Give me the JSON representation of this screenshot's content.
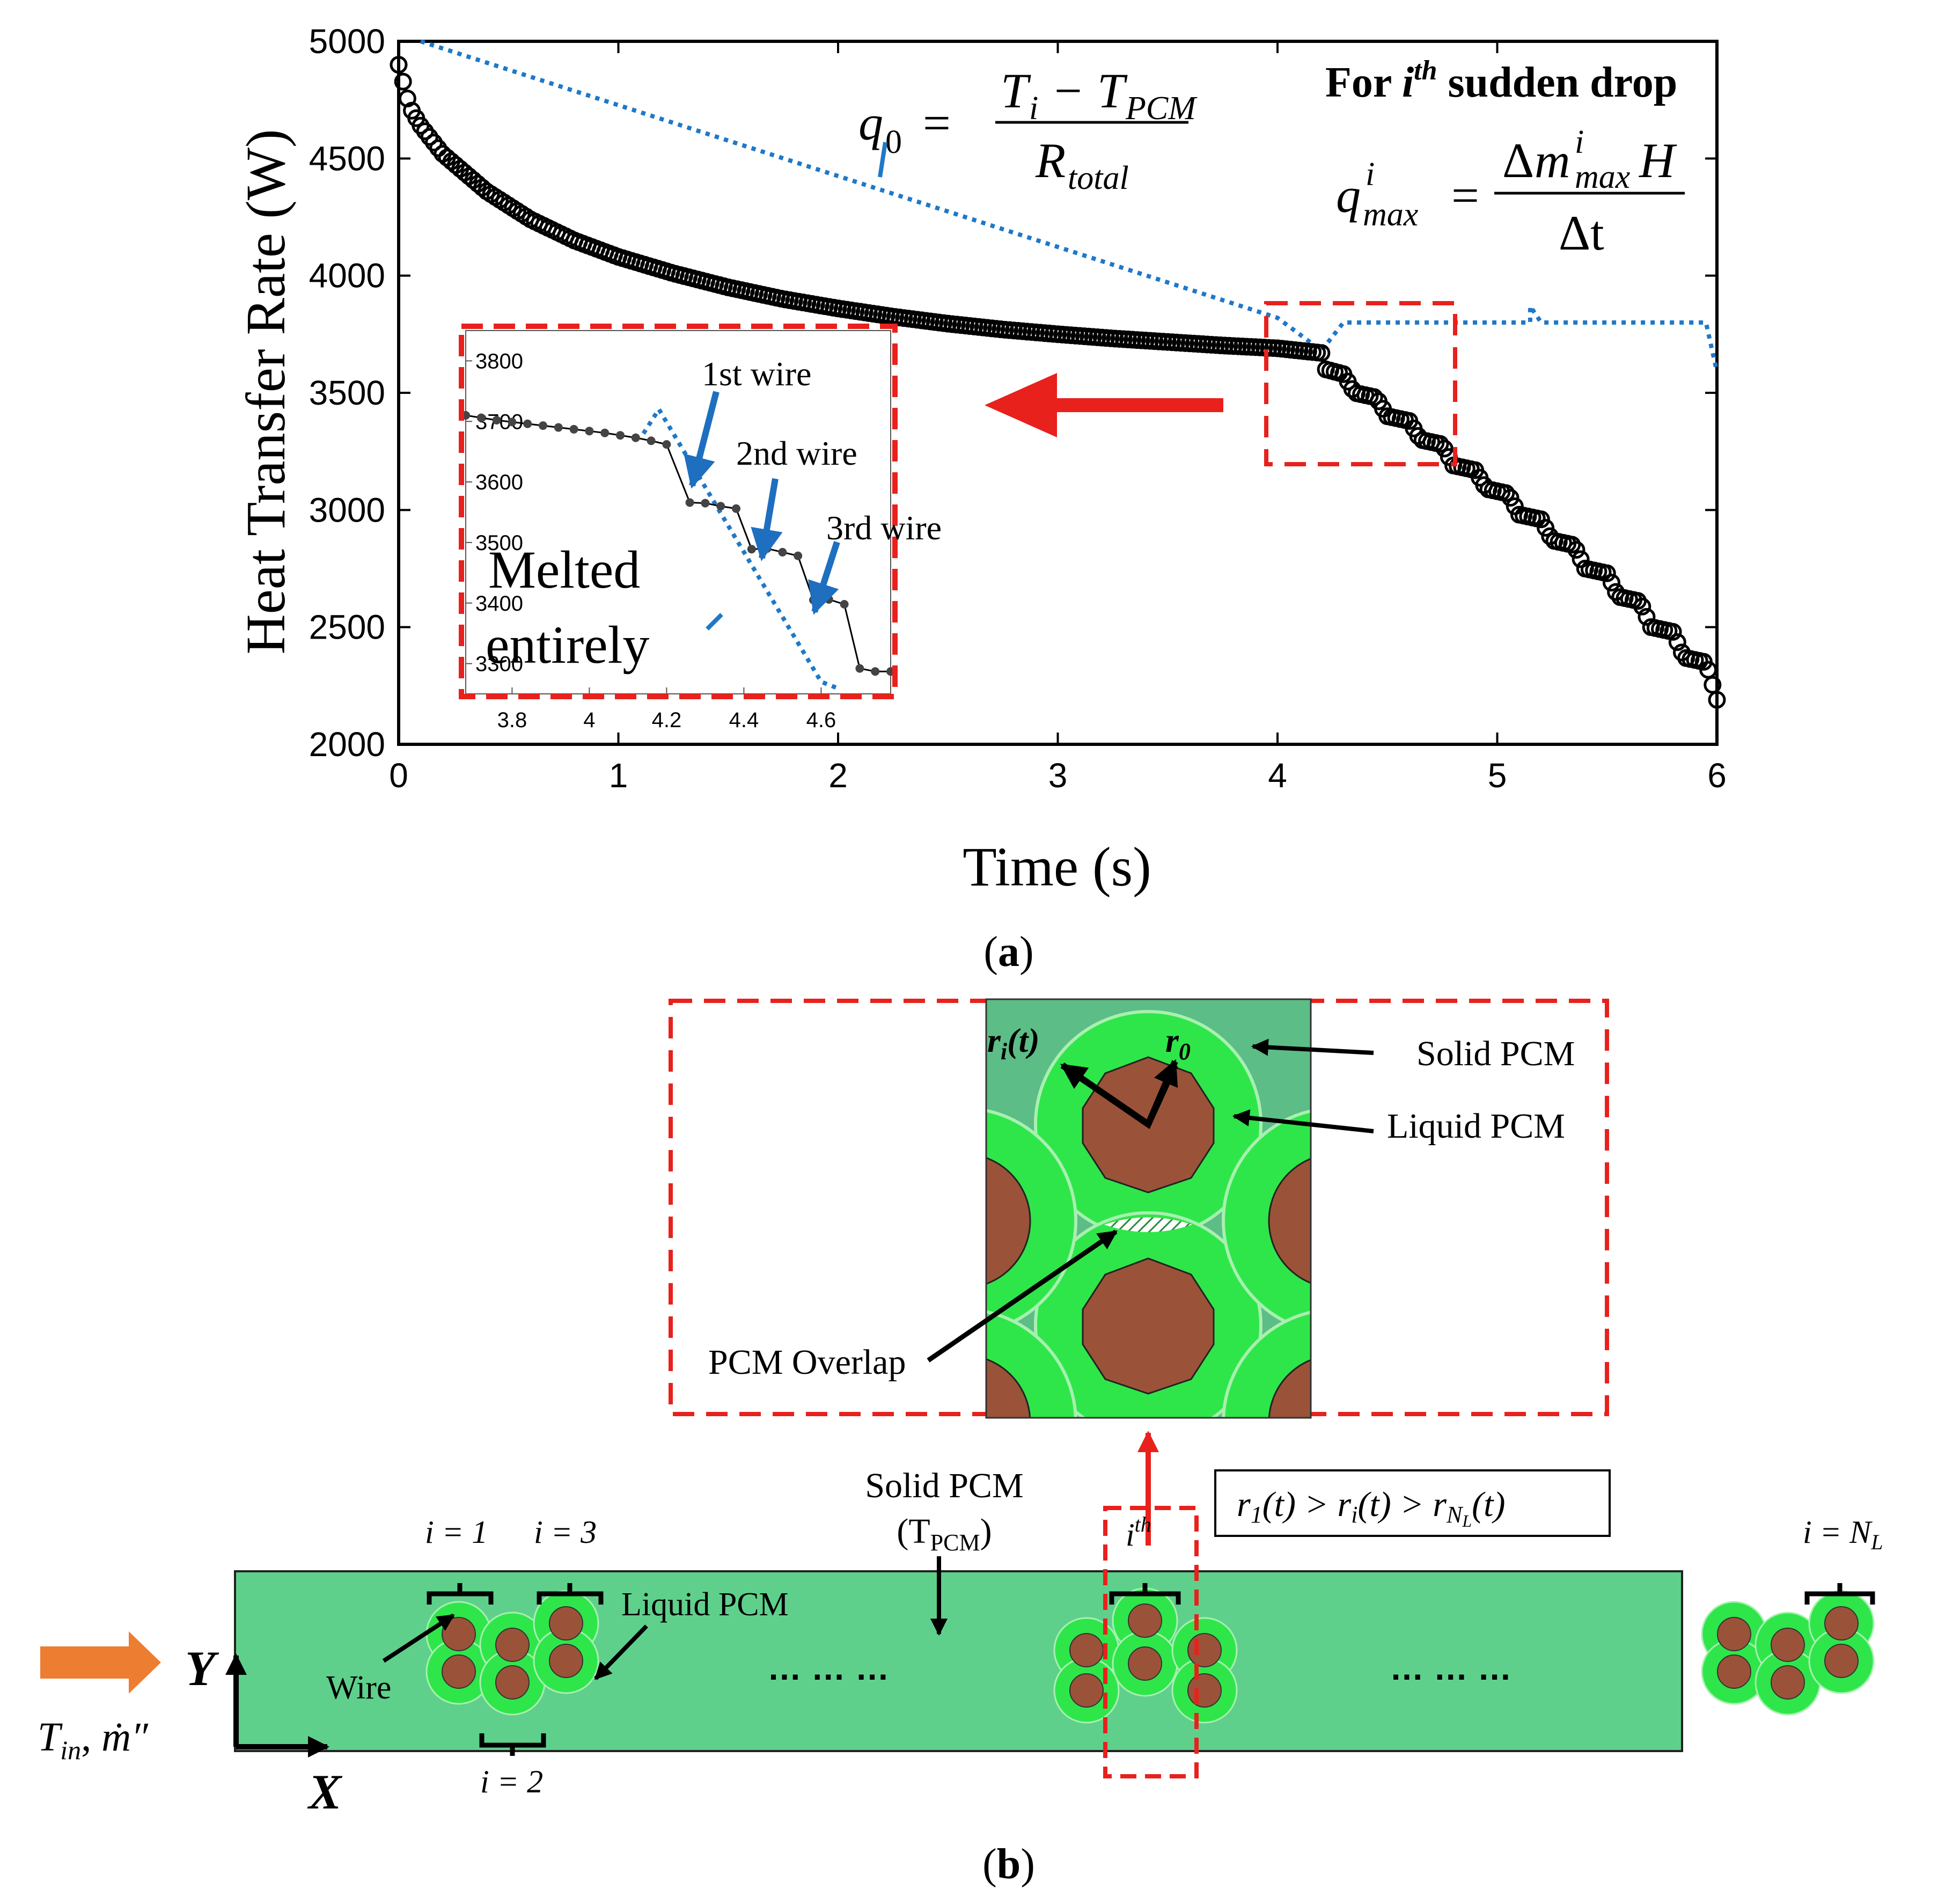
{
  "chart_data": [
    {
      "type": "scatter",
      "panel": "(a)",
      "xlabel": "Time (s)",
      "ylabel": "Heat Transfer Rate (W)",
      "xlim": [
        0,
        6
      ],
      "ylim": [
        2000,
        5000
      ],
      "xticks": [
        "0",
        "1",
        "2",
        "3",
        "4",
        "5",
        "6"
      ],
      "yticks": [
        "2000",
        "2500",
        "3000",
        "3500",
        "4000",
        "4500",
        "5000"
      ],
      "grid": false,
      "series": [
        {
          "values_note": "",
          "x": [
            0.0,
            0.05,
            0.1,
            0.2,
            0.4,
            0.6,
            0.8,
            1.0,
            1.25,
            1.5,
            1.75,
            2.0,
            2.25,
            2.5,
            2.75,
            3.0,
            3.25,
            3.5,
            3.75,
            4.0,
            4.2,
            4.22,
            4.3,
            4.35,
            4.45,
            4.5,
            4.6,
            4.65,
            4.75,
            4.8,
            4.9,
            4.95,
            5.05,
            5.1,
            5.2,
            5.25,
            5.35,
            5.4,
            5.5,
            5.55,
            5.65,
            5.7,
            5.8,
            5.85,
            5.95,
            6.0
          ],
          "y": [
            4900,
            4720,
            4640,
            4520,
            4360,
            4240,
            4150,
            4080,
            4010,
            3950,
            3900,
            3860,
            3825,
            3795,
            3770,
            3750,
            3732,
            3717,
            3702,
            3690,
            3670,
            3600,
            3580,
            3500,
            3480,
            3400,
            3380,
            3300,
            3280,
            3190,
            3170,
            3090,
            3070,
            2980,
            2960,
            2870,
            2850,
            2750,
            2730,
            2630,
            2610,
            2500,
            2480,
            2370,
            2350,
            2190
          ]
        }
      ],
      "q0_line": {
        "x": [
          0.1,
          4.0,
          4.2,
          4.3,
          5.15,
          5.15,
          5.2,
          5.95,
          6.0
        ],
        "y": [
          5000,
          3820,
          3680,
          3800,
          3800,
          3870,
          3800,
          3800,
          3590
        ]
      },
      "inset": {
        "xlim": [
          3.68,
          4.78
        ],
        "ylim": [
          3250,
          3850
        ],
        "xticks": [
          "3.8",
          "4",
          "4.2",
          "4.4",
          "4.6"
        ],
        "yticks": [
          "3300",
          "3400",
          "3500",
          "3600",
          "3700",
          "3800"
        ],
        "x": [
          3.68,
          3.72,
          3.76,
          3.8,
          3.84,
          3.88,
          3.92,
          3.96,
          4.0,
          4.04,
          4.08,
          4.12,
          4.16,
          4.2,
          4.26,
          4.3,
          4.34,
          4.38,
          4.42,
          4.46,
          4.5,
          4.54,
          4.58,
          4.62,
          4.66,
          4.7,
          4.74,
          4.78
        ],
        "y": [
          3710,
          3706,
          3702,
          3699,
          3696,
          3693,
          3690,
          3687,
          3684,
          3681,
          3677,
          3673,
          3668,
          3662,
          3566,
          3565,
          3560,
          3556,
          3489,
          3490,
          3484,
          3478,
          3405,
          3406,
          3398,
          3292,
          3287,
          3287
        ],
        "envelope": {
          "x": [
            4.14,
            4.18,
            4.6,
            4.64
          ],
          "y": [
            3680,
            3720,
            3270,
            3260
          ]
        }
      },
      "annotations": {
        "q0_formula": {
          "lhs": "q",
          "lhs_sub": "0",
          "num_a": "T",
          "num_a_sub": "i",
          "minus": "−",
          "num_b": "T",
          "num_b_sub": "PCM",
          "den": "R",
          "den_sub": "total"
        },
        "drop_title": {
          "pre": "For ",
          "i": "i",
          "sup": "th",
          "post": " sudden drop"
        },
        "qmax_formula": {
          "lhs": "q",
          "lhs_sup": "i",
          "lhs_sub": "max",
          "num_delta": "Δ",
          "num_m": "m",
          "num_sup": "i",
          "num_sub": "max",
          "num_h": "H",
          "den": "Δt"
        },
        "wire_1": "1st wire",
        "wire_2": "2nd wire",
        "wire_3": "3rd wire",
        "melted_1": "Melted",
        "melted_2": "entirely"
      }
    }
  ],
  "colors": {
    "curve": "#000000",
    "q0_line": "#1f78c8",
    "highlight": "#e8211d",
    "arrow_blue": "#1e6fbf",
    "arrow_orange": "#ed7d31",
    "solid_pcm": "#5fd08c",
    "liquid_pcm": "#2ee64a",
    "wire": "#9a5339",
    "zoom_bg": "#5cbd86"
  },
  "captions": {
    "a_open": "(",
    "a_letter": "a",
    "a_close": ")",
    "b_open": "(",
    "b_letter": "b",
    "b_close": ")"
  },
  "diagram": {
    "zoom": {
      "r_i": "r",
      "r_i_sub": "i",
      "r_i_arg": "(t)",
      "r_0": "r",
      "r_0_sub": "0",
      "solid_pcm": "Solid PCM",
      "liquid_pcm": "Liquid PCM",
      "overlap": "PCM Overlap"
    },
    "channel": {
      "solid_pcm": "Solid PCM",
      "t_pcm": "(T",
      "t_pcm_sub": "PCM",
      "t_pcm_close": ")",
      "inequality": {
        "a": "r",
        "a_sub": "1",
        "a_arg": "(t) > ",
        "b": "r",
        "b_sub": "i",
        "b_arg": "(t) > ",
        "c": "r",
        "c_sub": "N",
        "c_subsub": "L",
        "c_arg": "(t)"
      },
      "label_i1": "i = 1",
      "label_i2": "i = 2",
      "label_i3": "i = 3",
      "label_ith": "i",
      "label_ith_sup": "th",
      "label_inl": "i = N",
      "label_inl_sub": "L",
      "liquid_pcm": "Liquid PCM",
      "wire": "Wire",
      "dots_1": "… … …",
      "dots_2": "… … …",
      "axis_y": "Y",
      "axis_x": "X",
      "inlet": {
        "t": "T",
        "t_sub": "in",
        "sep": ", ",
        "m": "ṁ″"
      }
    }
  }
}
